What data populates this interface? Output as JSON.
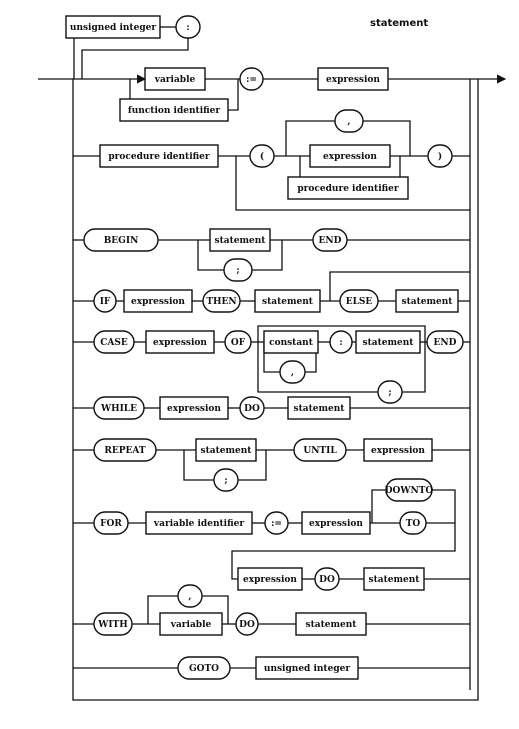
{
  "title": "statement",
  "nodes": [
    {
      "id": "ui1",
      "kind": "rect",
      "label": "unsigned integer"
    },
    {
      "id": "colon1",
      "kind": "round",
      "label": ":"
    },
    {
      "id": "var",
      "kind": "rect",
      "label": "variable"
    },
    {
      "id": "assign1",
      "kind": "round",
      "label": ":="
    },
    {
      "id": "expr1",
      "kind": "rect",
      "label": "expression"
    },
    {
      "id": "funcid",
      "kind": "rect",
      "label": "function identifier"
    },
    {
      "id": "procid",
      "kind": "rect",
      "label": "procedure identifier"
    },
    {
      "id": "lparen",
      "kind": "round",
      "label": "("
    },
    {
      "id": "comma1",
      "kind": "round",
      "label": ","
    },
    {
      "id": "expr2",
      "kind": "rect",
      "label": "expression"
    },
    {
      "id": "procid2",
      "kind": "rect",
      "label": "procedure identifier"
    },
    {
      "id": "rparen",
      "kind": "round",
      "label": ")"
    },
    {
      "id": "begin",
      "kind": "round",
      "label": "BEGIN"
    },
    {
      "id": "stmt1",
      "kind": "rect",
      "label": "statement"
    },
    {
      "id": "end1",
      "kind": "round",
      "label": "END"
    },
    {
      "id": "semi1",
      "kind": "round",
      "label": ";"
    },
    {
      "id": "if",
      "kind": "round",
      "label": "IF"
    },
    {
      "id": "expr3",
      "kind": "rect",
      "label": "expression"
    },
    {
      "id": "then",
      "kind": "round",
      "label": "THEN"
    },
    {
      "id": "stmt2",
      "kind": "rect",
      "label": "statement"
    },
    {
      "id": "else",
      "kind": "round",
      "label": "ELSE"
    },
    {
      "id": "stmt3",
      "kind": "rect",
      "label": "statement"
    },
    {
      "id": "case",
      "kind": "round",
      "label": "CASE"
    },
    {
      "id": "expr4",
      "kind": "rect",
      "label": "expression"
    },
    {
      "id": "of",
      "kind": "round",
      "label": "OF"
    },
    {
      "id": "const",
      "kind": "rect",
      "label": "constant"
    },
    {
      "id": "colon2",
      "kind": "round",
      "label": ":"
    },
    {
      "id": "stmt4",
      "kind": "rect",
      "label": "statement"
    },
    {
      "id": "end2",
      "kind": "round",
      "label": "END"
    },
    {
      "id": "comma2",
      "kind": "round",
      "label": ","
    },
    {
      "id": "semi2",
      "kind": "round",
      "label": ";"
    },
    {
      "id": "while",
      "kind": "round",
      "label": "WHILE"
    },
    {
      "id": "expr5",
      "kind": "rect",
      "label": "expression"
    },
    {
      "id": "do1",
      "kind": "round",
      "label": "DO"
    },
    {
      "id": "stmt5",
      "kind": "rect",
      "label": "statement"
    },
    {
      "id": "repeat",
      "kind": "round",
      "label": "REPEAT"
    },
    {
      "id": "stmt6",
      "kind": "rect",
      "label": "statement"
    },
    {
      "id": "until",
      "kind": "round",
      "label": "UNTIL"
    },
    {
      "id": "expr6",
      "kind": "rect",
      "label": "expression"
    },
    {
      "id": "semi3",
      "kind": "round",
      "label": ";"
    },
    {
      "id": "for",
      "kind": "round",
      "label": "FOR"
    },
    {
      "id": "varid",
      "kind": "rect",
      "label": "variable identifier"
    },
    {
      "id": "assign2",
      "kind": "round",
      "label": ":="
    },
    {
      "id": "expr7",
      "kind": "rect",
      "label": "expression"
    },
    {
      "id": "downto",
      "kind": "round",
      "label": "DOWNTO"
    },
    {
      "id": "to",
      "kind": "round",
      "label": "TO"
    },
    {
      "id": "expr8",
      "kind": "rect",
      "label": "expression"
    },
    {
      "id": "do2",
      "kind": "round",
      "label": "DO"
    },
    {
      "id": "stmt7",
      "kind": "rect",
      "label": "statement"
    },
    {
      "id": "with",
      "kind": "round",
      "label": "WITH"
    },
    {
      "id": "comma3",
      "kind": "round",
      "label": ","
    },
    {
      "id": "var2",
      "kind": "rect",
      "label": "variable"
    },
    {
      "id": "do3",
      "kind": "round",
      "label": "DO"
    },
    {
      "id": "stmt8",
      "kind": "rect",
      "label": "statement"
    },
    {
      "id": "goto",
      "kind": "round",
      "label": "GOTO"
    },
    {
      "id": "ui2",
      "kind": "rect",
      "label": "unsigned integer"
    }
  ]
}
